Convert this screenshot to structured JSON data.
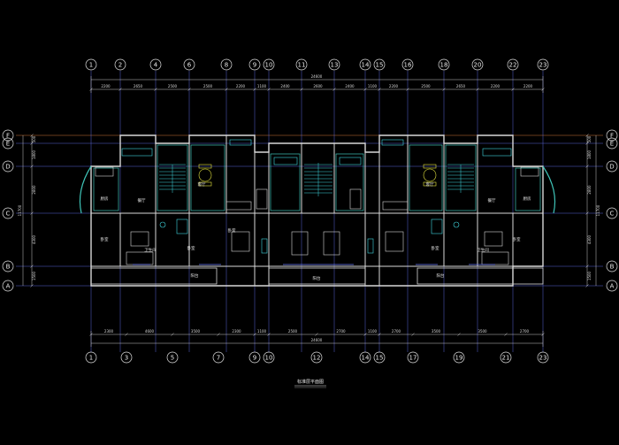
{
  "colors": {
    "background": "#000000",
    "axis_line": "#d07a3a",
    "grid_line": "#5a64d8",
    "wall": "#d8d8d8",
    "wall_inner": "#3fc4b8",
    "dimension": "#c8c8c8",
    "fixture": "#e8e840",
    "fixture_alt": "#40d8e0",
    "window": "#7080ff",
    "bubble": "#e0e0e0"
  },
  "grid": {
    "top_labels": [
      "1",
      "2",
      "4",
      "6",
      "8",
      "9",
      "10",
      "11",
      "13",
      "14",
      "15",
      "16",
      "18",
      "20",
      "22",
      "23"
    ],
    "bottom_labels": [
      "1",
      "3",
      "5",
      "7",
      "9",
      "10",
      "12",
      "14",
      "15",
      "17",
      "19",
      "21",
      "23"
    ],
    "left_labels": [
      "F",
      "E",
      "D",
      "C",
      "B",
      "A"
    ],
    "right_labels": [
      "F",
      "E",
      "D",
      "C",
      "B",
      "A"
    ]
  },
  "dimensions": {
    "top_overall": "24600",
    "top_segments": [
      "2200",
      "2650",
      "2500",
      "2500",
      "2200",
      "1100",
      "2400",
      "2600",
      "2400",
      "1100",
      "2200",
      "2500",
      "2650",
      "2200",
      "2200"
    ],
    "bottom_overall": "24600",
    "bottom_segments": [
      "2300",
      "4600",
      "3500",
      "2300",
      "1100",
      "2500",
      "2700",
      "1100",
      "2700",
      "3500",
      "3500",
      "2700"
    ],
    "left_segments": [
      "500",
      "1800",
      "2800",
      "4300",
      "1500"
    ],
    "left_overall": "11700",
    "right_segments": [
      "500",
      "1800",
      "2800",
      "4300",
      "1500"
    ],
    "right_overall": "11700"
  },
  "rooms": [
    {
      "id": "kitchen-l",
      "label": "厨房"
    },
    {
      "id": "dining-l",
      "label": "餐厅"
    },
    {
      "id": "living-l",
      "label": "客厅"
    },
    {
      "id": "bed1-l",
      "label": "卧室"
    },
    {
      "id": "bath-l",
      "label": "卫生间"
    },
    {
      "id": "bed2-l",
      "label": "卧室"
    },
    {
      "id": "bed3-l",
      "label": "卧室"
    },
    {
      "id": "bal1-l",
      "label": "阳台"
    },
    {
      "id": "bal2-c",
      "label": "阳台"
    },
    {
      "id": "bal3-r",
      "label": "阳台"
    },
    {
      "id": "bed1-r",
      "label": "卧室"
    },
    {
      "id": "bed2-r",
      "label": "卧室"
    },
    {
      "id": "bath-r",
      "label": "卫生间"
    },
    {
      "id": "living-r",
      "label": "客厅"
    },
    {
      "id": "dining-r",
      "label": "餐厅"
    },
    {
      "id": "kitchen-r",
      "label": "厨房"
    }
  ],
  "caption": "标准层平面图"
}
